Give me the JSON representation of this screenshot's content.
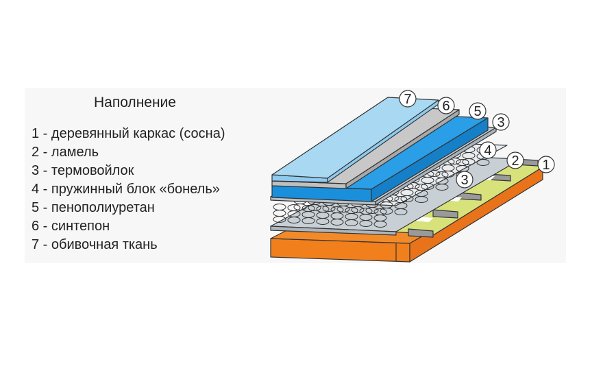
{
  "legend": {
    "title": "Наполнение",
    "items": [
      "1 - деревянный каркас (сосна)",
      "2 - ламель",
      "3 - термовойлок",
      "4 - пружинный блок «бонель»",
      "5 - пенополиуретан",
      "6 - синтепон",
      "7 - обивочная ткань"
    ]
  },
  "callouts": [
    "7",
    "6",
    "5",
    "3",
    "4",
    "2",
    "1",
    "3"
  ],
  "colors": {
    "frame": "#f07f1c",
    "slat": "#d8e27a",
    "springs": "#c8d0d6",
    "felt": "#c5ccd2",
    "foam": "#1a8fdc",
    "batting": "#c0c0c0",
    "fabric": "#a8d8f2"
  }
}
